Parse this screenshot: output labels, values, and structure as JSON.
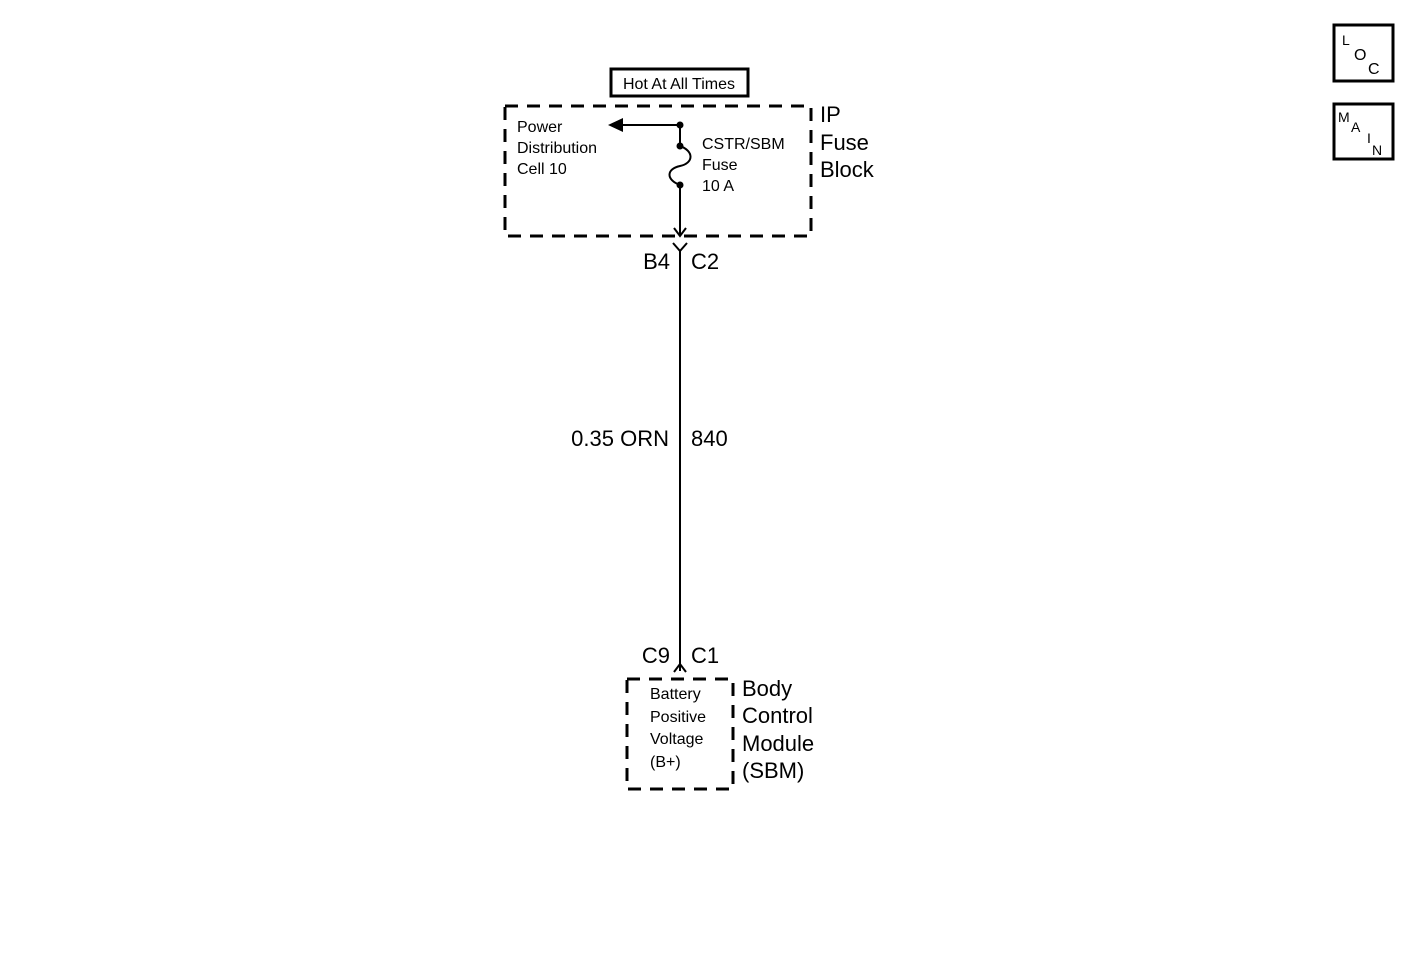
{
  "nav": {
    "loc": [
      "L",
      "O",
      "C"
    ],
    "main": [
      "M",
      "A",
      "I",
      "N"
    ]
  },
  "power_label": "Hot At All Times",
  "fuse_block": {
    "name_lines": [
      "IP",
      "Fuse",
      "Block"
    ],
    "power_dist_lines": [
      "Power",
      "Distribution",
      "Cell 10"
    ],
    "fuse_lines": [
      "CSTR/SBM",
      "Fuse",
      "10 A"
    ]
  },
  "connector_top": {
    "left": "B4",
    "right": "C2"
  },
  "wire": {
    "gauge_color": "0.35 ORN",
    "circuit": "840"
  },
  "connector_bottom": {
    "left": "C9",
    "right": "C1"
  },
  "module": {
    "name_lines": [
      "Body",
      "Control",
      "Module",
      "(SBM)"
    ],
    "pin_lines": [
      "Battery",
      "Positive",
      "Voltage",
      "(B+)"
    ]
  }
}
